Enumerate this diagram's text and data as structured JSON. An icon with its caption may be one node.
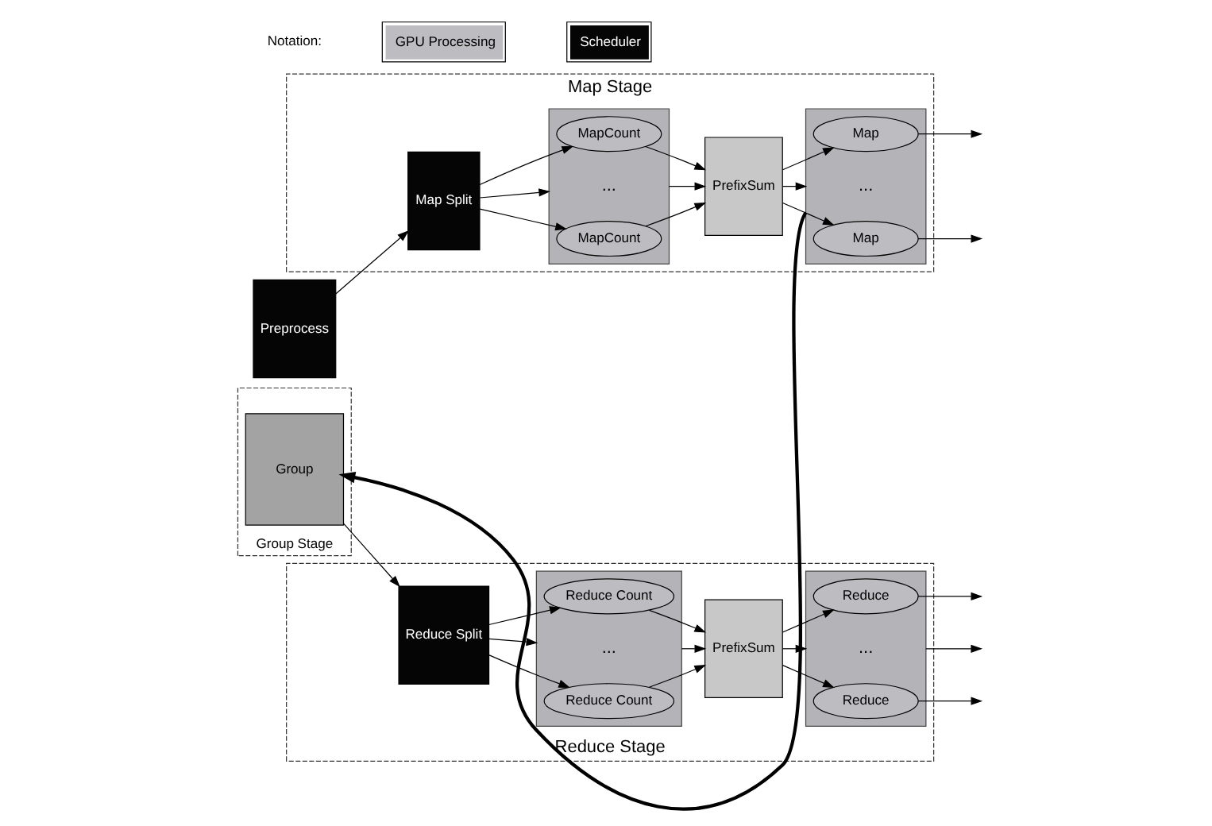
{
  "diagram": {
    "nodes": [
      {
        "text": [
          "Map Stage"
        ]
      },
      {
        "text": [
          "Preprocess"
        ]
      },
      {
        "text": [
          "Map Split"
        ],
        "in": 0
      },
      {
        "text": [
          "..."
        ],
        "in": 0
      },
      {
        "text": [
          "MapCount"
        ],
        "in": 3
      },
      {
        "text": [
          "MapCount"
        ],
        "in": 3
      },
      {
        "text": [
          "PrefixSum"
        ],
        "in": 0
      },
      {
        "text": [
          "..."
        ],
        "in": 0
      },
      {
        "text": [
          "Map"
        ],
        "in": 7
      },
      {
        "text": [
          "Map"
        ],
        "in": 7
      },
      {
        "text": [
          "Group Stage"
        ]
      },
      {
        "text": [
          "Group"
        ],
        "in": 10
      },
      {
        "text": [
          "Reduce Stage"
        ]
      },
      {
        "text": [
          "Reduce Split"
        ],
        "in": 12
      },
      {
        "text": [
          "..."
        ],
        "in": 12
      },
      {
        "text": [
          "Reduce Count"
        ],
        "in": 14
      },
      {
        "text": [
          "Reduce Count"
        ],
        "in": 14
      },
      {
        "text": [
          "PrefixSum"
        ],
        "in": 12
      },
      {
        "text": [
          "..."
        ],
        "in": 12
      },
      {
        "text": [
          "Reduce"
        ],
        "in": 18
      },
      {
        "text": [
          "Reduce"
        ],
        "in": 18
      }
    ],
    "edges": [
      {
        "from": 1,
        "to": 2,
        "arrow": "to"
      },
      {
        "from": 2,
        "to": 4,
        "arrow": "to"
      },
      {
        "from": 2,
        "to": 3,
        "arrow": "to"
      },
      {
        "from": 2,
        "to": 5,
        "arrow": "to"
      },
      {
        "from": 4,
        "to": 6,
        "arrow": "to"
      },
      {
        "from": 3,
        "to": 6,
        "arrow": "to"
      },
      {
        "from": 5,
        "to": 6,
        "arrow": "to"
      },
      {
        "from": 6,
        "to": 8,
        "arrow": "to"
      },
      {
        "from": 6,
        "to": 7,
        "arrow": "to"
      },
      {
        "from": 6,
        "to": 9,
        "arrow": "to"
      },
      {
        "from": 8,
        "to": null,
        "arrow": "to"
      },
      {
        "from": 9,
        "to": null,
        "arrow": "to"
      },
      {
        "from": 7,
        "to": 11,
        "arrow": "to",
        "style": "thick"
      },
      {
        "from": 11,
        "to": 13,
        "arrow": "to"
      },
      {
        "from": 13,
        "to": 15,
        "arrow": "to"
      },
      {
        "from": 13,
        "to": 14,
        "arrow": "to"
      },
      {
        "from": 13,
        "to": 16,
        "arrow": "to"
      },
      {
        "from": 15,
        "to": 17,
        "arrow": "to"
      },
      {
        "from": 14,
        "to": 17,
        "arrow": "to"
      },
      {
        "from": 16,
        "to": 17,
        "arrow": "to"
      },
      {
        "from": 17,
        "to": 19,
        "arrow": "to"
      },
      {
        "from": 17,
        "to": 18,
        "arrow": "to"
      },
      {
        "from": 17,
        "to": 20,
        "arrow": "to"
      },
      {
        "from": 19,
        "to": null,
        "arrow": "to"
      },
      {
        "from": 18,
        "to": null,
        "arrow": "to"
      },
      {
        "from": 20,
        "to": null,
        "arrow": "to"
      }
    ],
    "labels": [
      "Notation:"
    ],
    "legend": [
      {
        "text": "GPU Processing",
        "color": "#bdbdc1"
      },
      {
        "text": "Scheduler",
        "color": "#050505"
      }
    ]
  }
}
